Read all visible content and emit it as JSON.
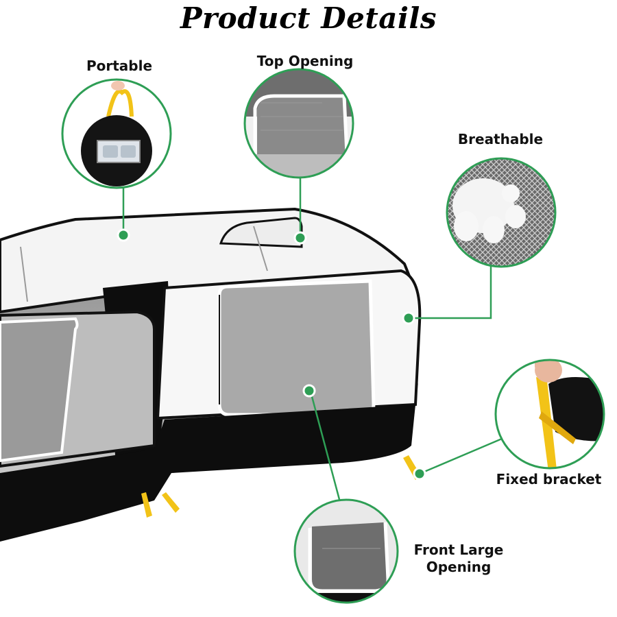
{
  "title": "Product Details",
  "callouts": {
    "portable": "Portable",
    "top_opening": "Top Opening",
    "breathable": "Breathable",
    "fixed_bracket": "Fixed bracket",
    "front_large_opening_line1": "Front Large",
    "front_large_opening_line2": "Opening"
  },
  "colors": {
    "accent_green": "#2e9e55",
    "tent_black": "#0d0d0d",
    "stake_yellow": "#f2c318"
  }
}
